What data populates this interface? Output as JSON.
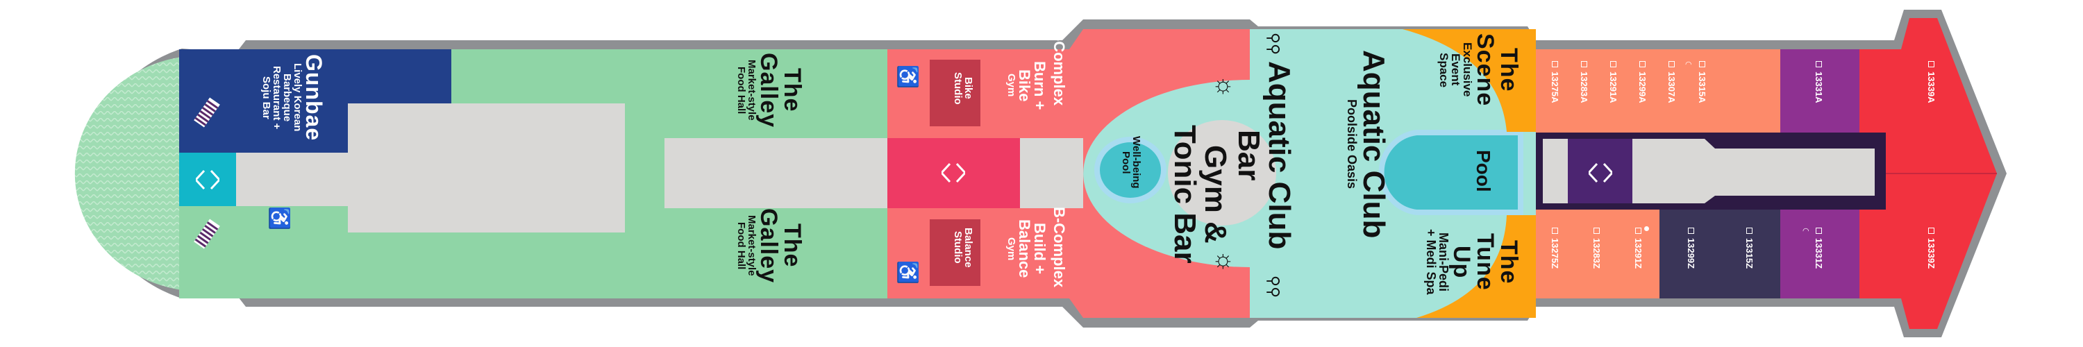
{
  "colors": {
    "hull": "#8e9093",
    "galley_green": "#8fd5a6",
    "gunbae_navy": "#22408a",
    "elevator_cyan": "#12b6c9",
    "core_gray": "#d9d8d6",
    "gym_pink": "#f96f72",
    "studio_red": "#c03a4b",
    "elevator_red": "#ee3a64",
    "aqua": "#a5e4d9",
    "pool": "#45c2cb",
    "pool_rim": "#a8dcf0",
    "orange": "#fca311",
    "cabin_coral": "#fd8a6a",
    "cabin_purple": "#8e3191",
    "core_dark": "#2d1a44",
    "elevator_purple": "#4c2571",
    "cabin_slate": "#3a3558",
    "bow_red": "#f2323f"
  },
  "venues": {
    "gunbae": {
      "title": "Gunbae",
      "lines": [
        "Lively Korean",
        "Barbeque",
        "Restaurant +",
        "Soju Bar"
      ]
    },
    "galley_top": {
      "title": [
        "The",
        "Galley"
      ],
      "lines": [
        "Market-style",
        "Food Hall"
      ]
    },
    "galley_bottom": {
      "title": [
        "The",
        "Galley"
      ],
      "lines": [
        "Market-style",
        "Food Hall"
      ]
    },
    "bike_studio": {
      "lines": [
        "Bike",
        "Studio"
      ]
    },
    "balance_studio": {
      "lines": [
        "Balance",
        "Studio"
      ]
    },
    "burn_bike": {
      "lines": [
        "Burn +",
        "Bike"
      ],
      "sub": "Gym"
    },
    "build_balance": {
      "lines": [
        "Build +",
        "Balance"
      ],
      "sub": "Gym"
    },
    "b_complex_top": "B-Complex",
    "b_complex_bottom": "B-Complex",
    "wellbeing_pool": {
      "lines": [
        "Well-being",
        "Pool"
      ]
    },
    "aquatic_bar": {
      "lines": [
        "Aquatic Club",
        "Bar"
      ]
    },
    "gym_tonic": {
      "lines": [
        "Gym &",
        "Tonic Bar"
      ]
    },
    "aquatic_club": {
      "title": "Aquatic Club",
      "sub": "Poolside Oasis"
    },
    "pool": "Pool",
    "the_scene": {
      "title": [
        "The",
        "Scene"
      ],
      "lines": [
        "Exclusive",
        "Event",
        "Space"
      ]
    },
    "tune_up": {
      "title": [
        "The",
        "Tune",
        "Up"
      ],
      "lines": [
        "Mani-Pedi",
        "+ Medi Spa"
      ]
    }
  },
  "cabins": {
    "top": [
      "13275A",
      "13283A",
      "13291A",
      "13299A",
      "13307A",
      "13315A",
      "13331A",
      "13339A"
    ],
    "bottom": [
      "13275Z",
      "13283Z",
      "13291Z",
      "13299Z",
      "13315Z",
      "13331Z",
      "13339Z"
    ]
  },
  "icons": [
    "elevator-icon",
    "stairs-icon",
    "accessible-icon",
    "restroom-icon",
    "sun-lounger-icon",
    "hearing-accessible-icon"
  ]
}
